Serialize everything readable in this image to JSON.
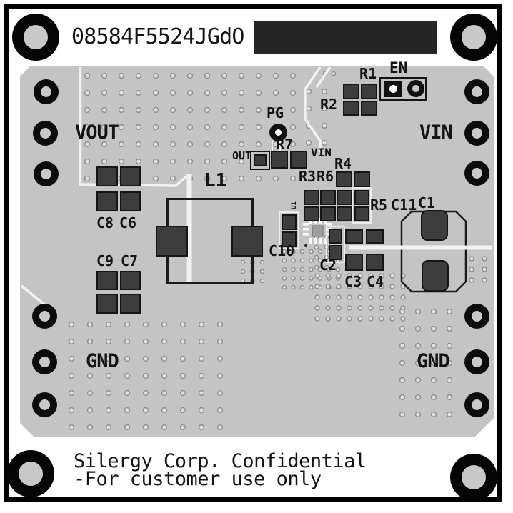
{
  "title": "Silergy evaluation board PCB top view",
  "header": {
    "code": "08584F5524JGdO"
  },
  "silkscreen": {
    "vout": "VOUT",
    "vin": "VIN",
    "gnd_left": "GND",
    "gnd_right": "GND",
    "en": "EN",
    "pg": "PG",
    "out": "OUT",
    "vin_pin": "VIN",
    "r1": "R1",
    "r2": "R2",
    "r3": "R3",
    "r4": "R4",
    "r5": "R5",
    "r6": "R6",
    "r7": "R7",
    "c1": "C1",
    "c2": "C2",
    "c3": "C3",
    "c4": "C4",
    "c6": "C6",
    "c7": "C7",
    "c8": "C8",
    "c9": "C9",
    "c10": "C10",
    "c11": "C11",
    "l1": "L1",
    "u1": "U1"
  },
  "footer": {
    "line1": "Silergy Corp. Confidential",
    "line2": "-For customer use only"
  },
  "colors": {
    "background": "#ffffff",
    "board": "#c4c4c4",
    "pad": "#3d3d3d",
    "silk": "#141414",
    "trace_outline": "#f2f2f2",
    "redaction": "#262626"
  }
}
